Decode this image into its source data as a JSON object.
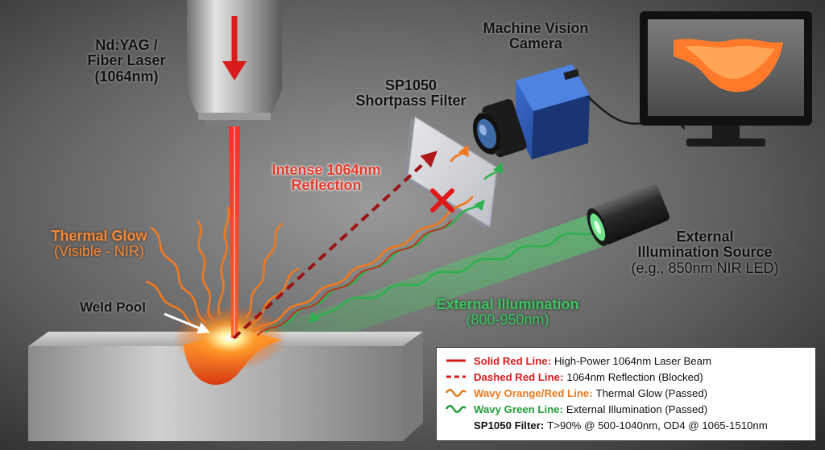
{
  "labels": {
    "laser": [
      "Nd:YAG /",
      "Fiber Laser",
      "(1064nm)"
    ],
    "camera": [
      "Machine Vision",
      "Camera"
    ],
    "filter": [
      "SP1050",
      "Shortpass Filter"
    ],
    "reflection": [
      "Intense 1064nm",
      "Reflection"
    ],
    "thermal": [
      "Thermal Glow",
      "(Visible - NIR)"
    ],
    "weld_pool": "Weld Pool",
    "illum_source": [
      "External",
      "Illumination Source",
      "(e.g., 850nm NIR LED)"
    ],
    "ext_illum": [
      "External Illumination",
      "(800-950nm)"
    ]
  },
  "legend": {
    "rows": [
      {
        "key": "Solid Red Line:",
        "text": "High-Power 1064nm Laser Beam",
        "key_color": "#d81c1c",
        "style": "solid-red"
      },
      {
        "key": "Dashed Red Line:",
        "text": "1064nm Reflection (Blocked)",
        "key_color": "#d81c1c",
        "style": "dashed-red"
      },
      {
        "key": "Wavy Orange/Red Line:",
        "text": "Thermal Glow (Passed)",
        "key_color": "#e8791e",
        "style": "wavy-orange"
      },
      {
        "key": "Wavy Green Line:",
        "text": "External Illumination (Passed)",
        "key_color": "#1f9e3a",
        "style": "wavy-green"
      },
      {
        "key": "SP1050 Filter:",
        "text": "T>90% @ 500-1040nm, OD4 @ 1065-1510nm",
        "key_color": "#111111",
        "style": "none"
      }
    ]
  },
  "colors": {
    "laser_red": "#e02020",
    "thermal_orange": "#f07a20",
    "thermal_label": "#f08a3c",
    "illum_green": "#2bb24c",
    "illum_label": "#3fc463",
    "reflection_label": "#e23a2a"
  },
  "icons": [
    "laser-head",
    "down-arrow-icon",
    "camera-icon",
    "monitor-icon",
    "led-icon",
    "block-x-icon",
    "shortpass-filter",
    "metal-workpiece"
  ]
}
